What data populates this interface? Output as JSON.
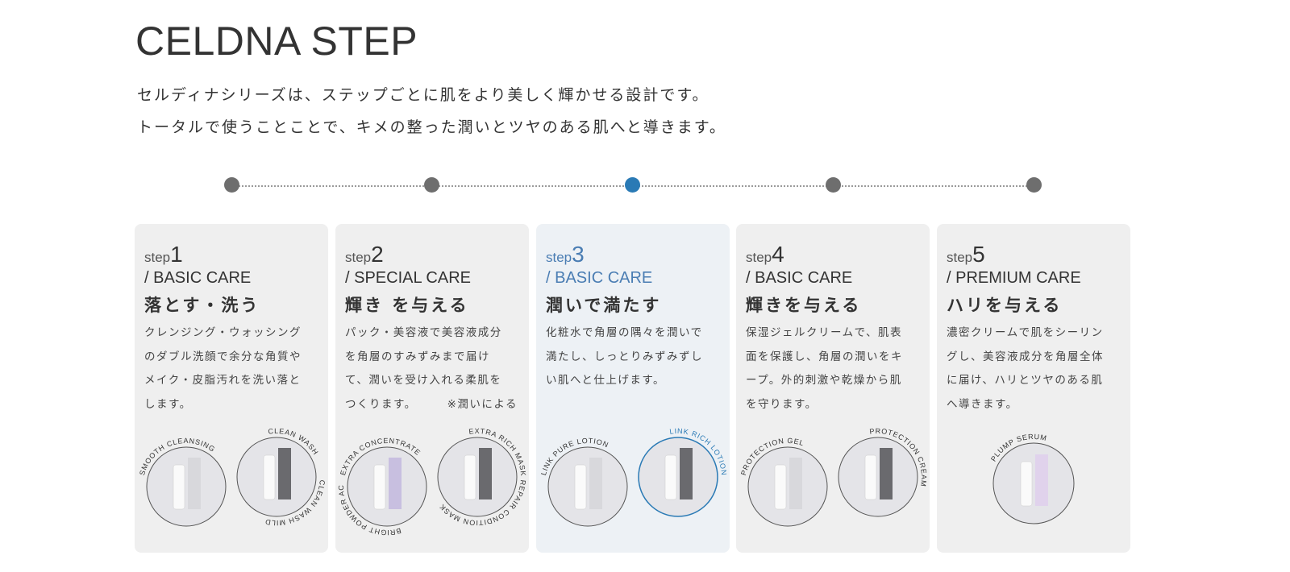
{
  "header": {
    "title": "CELDNA STEP",
    "lines": [
      "セルディナシリーズは、ステップごとに肌をより美しく輝かせる設計です。",
      "トータルで使うことことで、キメの整った潤いとツヤのある肌へと導きます。"
    ]
  },
  "colors": {
    "accent": "#2a7ab5",
    "card": "#efefef",
    "card_active": "#edf1f5",
    "dot": "#6e6e6e"
  },
  "timeline": {
    "active_index": 2,
    "count": 5
  },
  "steps": [
    {
      "prefix": "step",
      "num": "1",
      "care": "/ BASIC CARE",
      "heading": "落とす・洗う",
      "body": "クレンジング・ウォッシング\nのダブル洗顔で余分な角質や\nメイク・皮脂汚れを洗い落と\nします。",
      "note": "",
      "circles": [
        {
          "top": "SMOOTH CLEANSING",
          "bottom": "",
          "highlighted": false
        },
        {
          "top": "CLEAN WASH",
          "bottom": "CLEAN WASH MILD",
          "highlighted": false
        }
      ]
    },
    {
      "prefix": "step",
      "num": "2",
      "care": "/ SPECIAL CARE",
      "heading": "輝き を与える",
      "body": "パック・美容液で美容液成分\nを角層のすみずみまで届け\nて、潤いを受け入れる柔肌を\nつくります。",
      "note": "※潤いによる",
      "circles": [
        {
          "top": "EXTRA CONCENTRATE",
          "bottom": "BRIGHT POWDER AC",
          "highlighted": false
        },
        {
          "top": "EXTRA RICH MASK",
          "bottom": "REPAIR CONDITION MASK",
          "highlighted": false
        }
      ]
    },
    {
      "prefix": "step",
      "num": "3",
      "care": "/ BASIC CARE",
      "heading": "潤いで満たす",
      "body": "化粧水で角層の隅々を潤いで\n満たし、しっとりみずみずし\nい肌へと仕上げます。",
      "note": "",
      "circles": [
        {
          "top": "LINK PURE LOTION",
          "bottom": "",
          "highlighted": false
        },
        {
          "top": "LINK RICH LOTION",
          "bottom": "",
          "highlighted": true
        }
      ]
    },
    {
      "prefix": "step",
      "num": "4",
      "care": "/ BASIC CARE",
      "heading": "輝きを与える",
      "body": "保湿ジェルクリームで、肌表\n面を保護し、角層の潤いをキ\nープ。外的刺激や乾燥から肌\nを守ります。",
      "note": "",
      "circles": [
        {
          "top": "PROTECTION GEL",
          "bottom": "",
          "highlighted": false
        },
        {
          "top": "PROTECTION CREAM",
          "bottom": "",
          "highlighted": false
        }
      ]
    },
    {
      "prefix": "step",
      "num": "5",
      "care": "/ PREMIUM CARE",
      "heading": "ハリを与える",
      "body": "濃密クリームで肌をシーリン\nグし、美容液成分を角層全体\nに届け、ハリとツヤのある肌\nへ導きます。",
      "note": "",
      "circles": [
        {
          "top": "PLUMP SERUM",
          "bottom": "",
          "highlighted": false
        }
      ]
    }
  ]
}
